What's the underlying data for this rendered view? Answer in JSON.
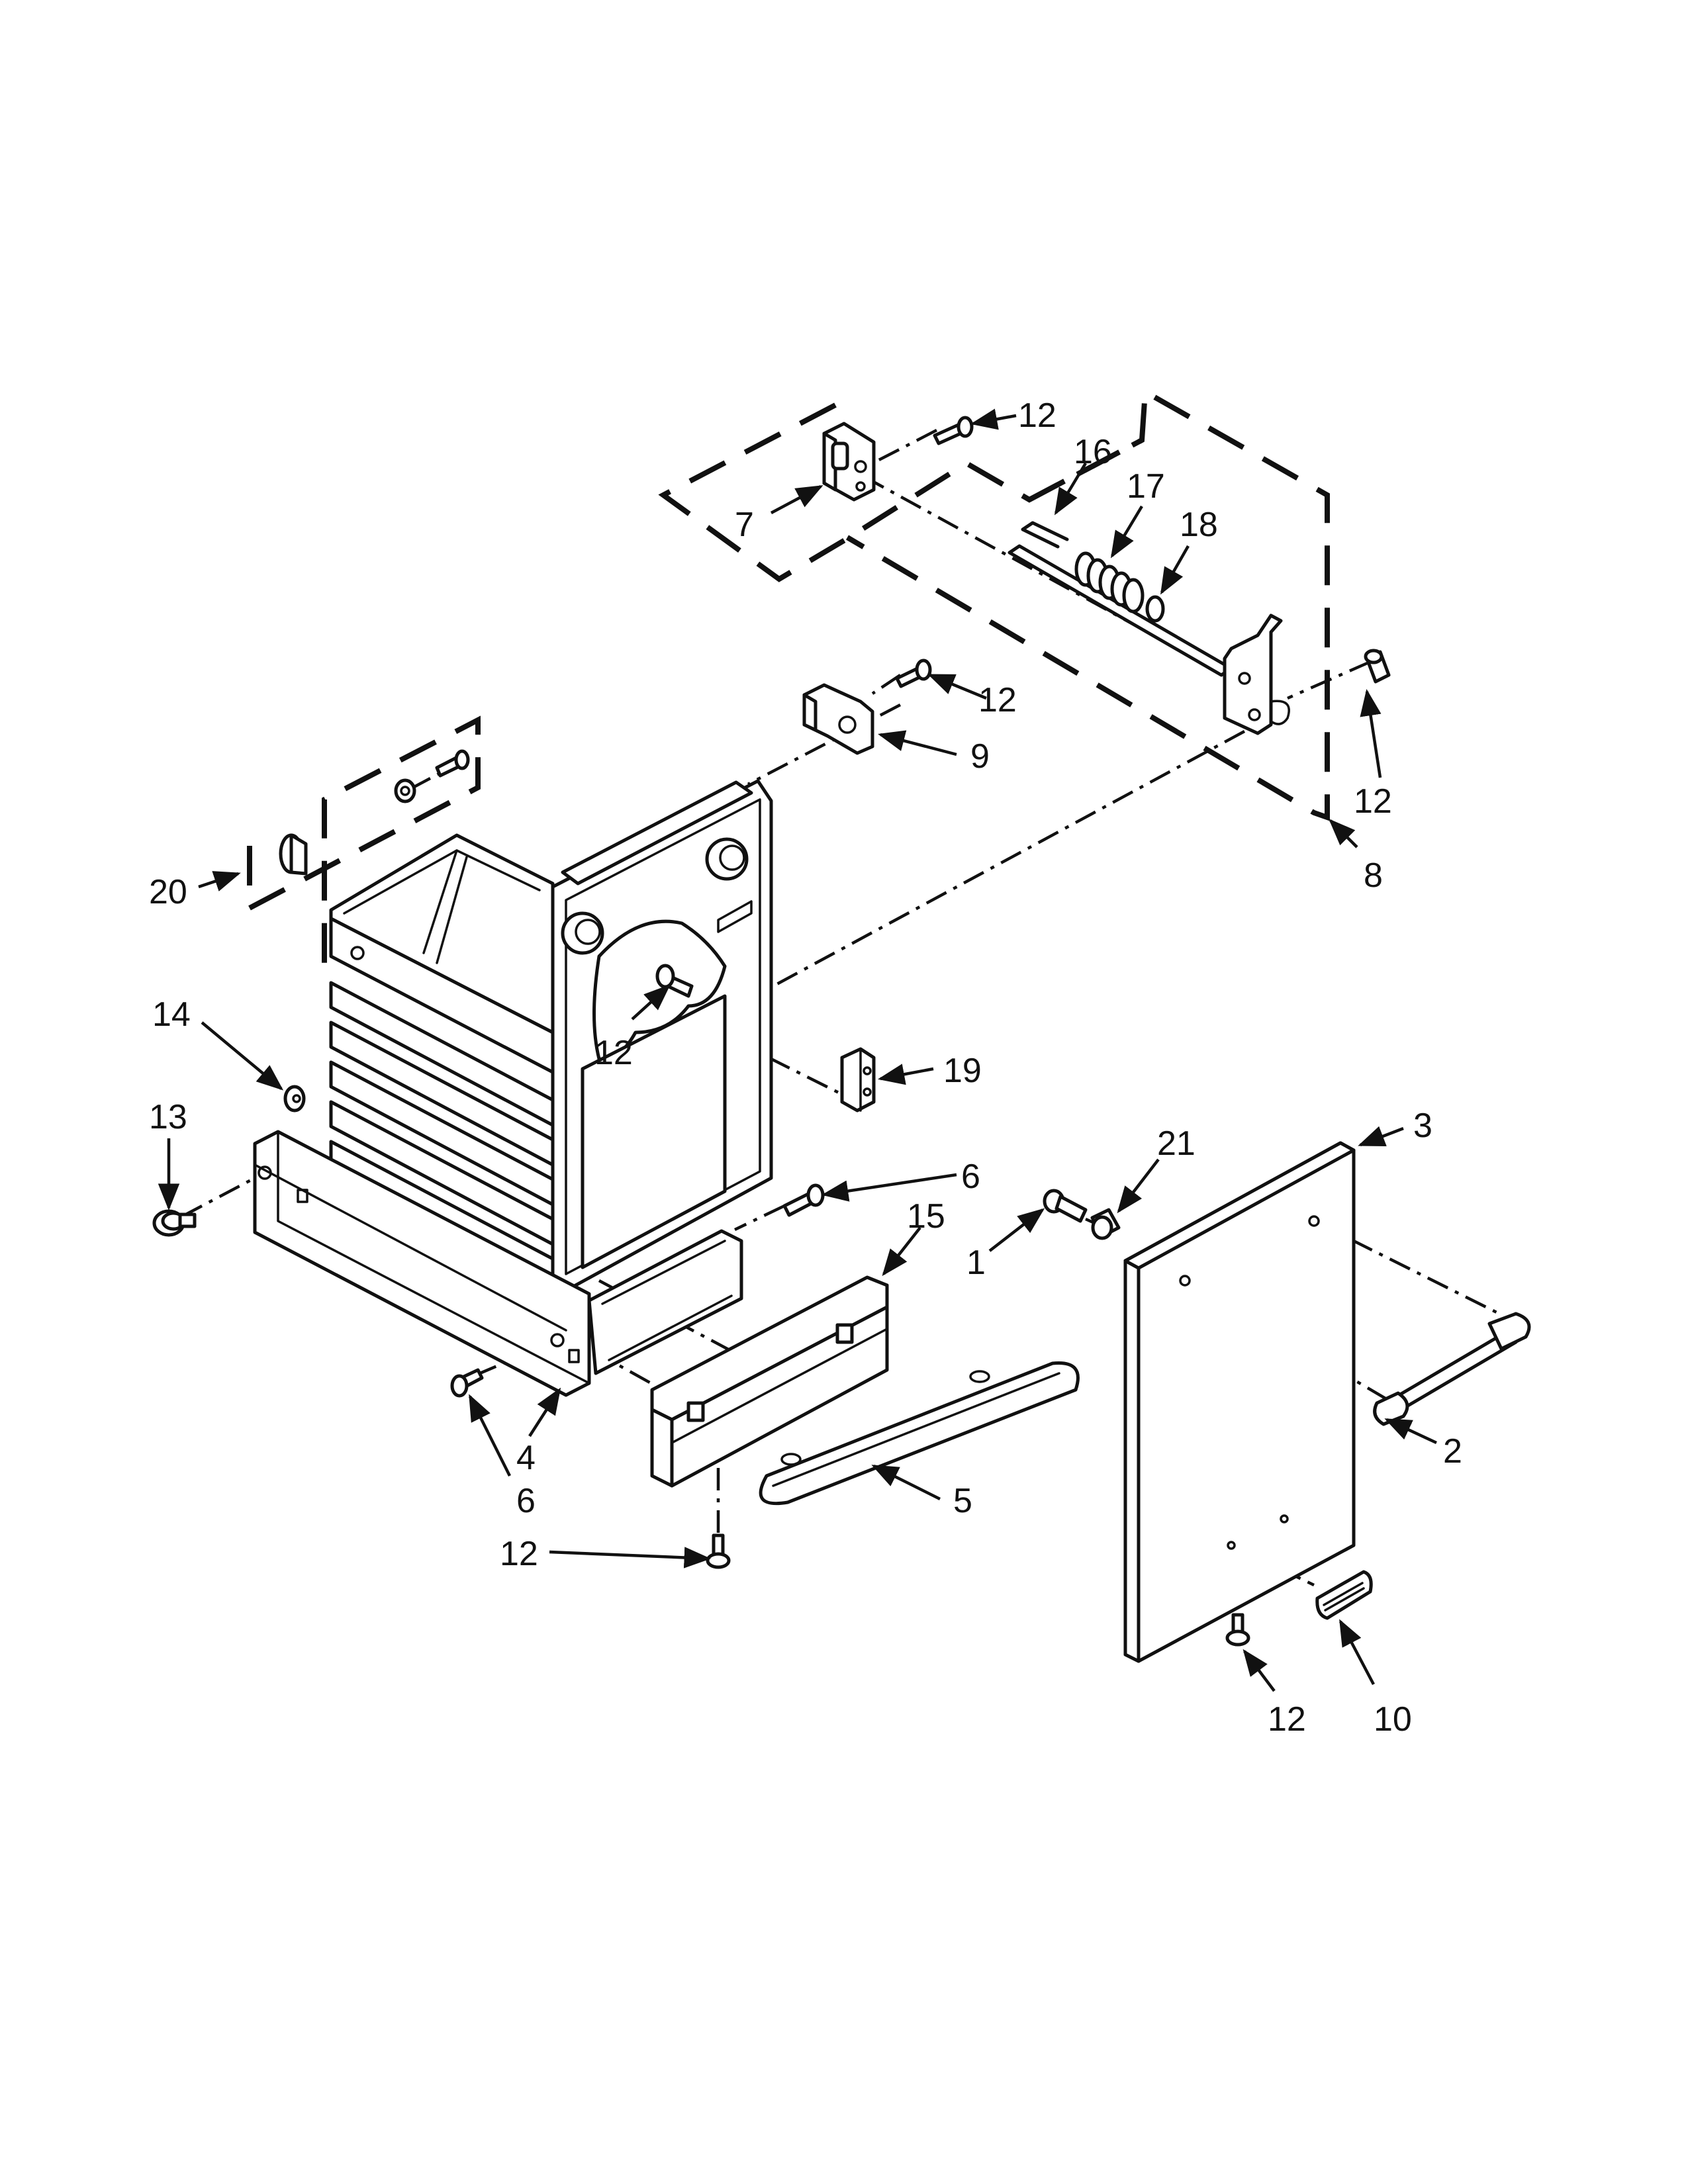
{
  "callouts": [
    {
      "id": "c-12-top",
      "label": "12"
    },
    {
      "id": "c-7",
      "label": "7"
    },
    {
      "id": "c-16",
      "label": "16"
    },
    {
      "id": "c-17",
      "label": "17"
    },
    {
      "id": "c-18",
      "label": "18"
    },
    {
      "id": "c-12-upper",
      "label": "12"
    },
    {
      "id": "c-9",
      "label": "9"
    },
    {
      "id": "c-12-right",
      "label": "12"
    },
    {
      "id": "c-8",
      "label": "8"
    },
    {
      "id": "c-20",
      "label": "20"
    },
    {
      "id": "c-12-mid",
      "label": "12"
    },
    {
      "id": "c-14",
      "label": "14"
    },
    {
      "id": "c-19",
      "label": "19"
    },
    {
      "id": "c-13",
      "label": "13"
    },
    {
      "id": "c-3",
      "label": "3"
    },
    {
      "id": "c-21",
      "label": "21"
    },
    {
      "id": "c-6-right",
      "label": "6"
    },
    {
      "id": "c-15",
      "label": "15"
    },
    {
      "id": "c-1",
      "label": "1"
    },
    {
      "id": "c-2",
      "label": "2"
    },
    {
      "id": "c-4",
      "label": "4"
    },
    {
      "id": "c-6-left",
      "label": "6"
    },
    {
      "id": "c-5",
      "label": "5"
    },
    {
      "id": "c-12-bottom",
      "label": "12"
    },
    {
      "id": "c-12-door",
      "label": "12"
    },
    {
      "id": "c-10",
      "label": "10"
    }
  ]
}
